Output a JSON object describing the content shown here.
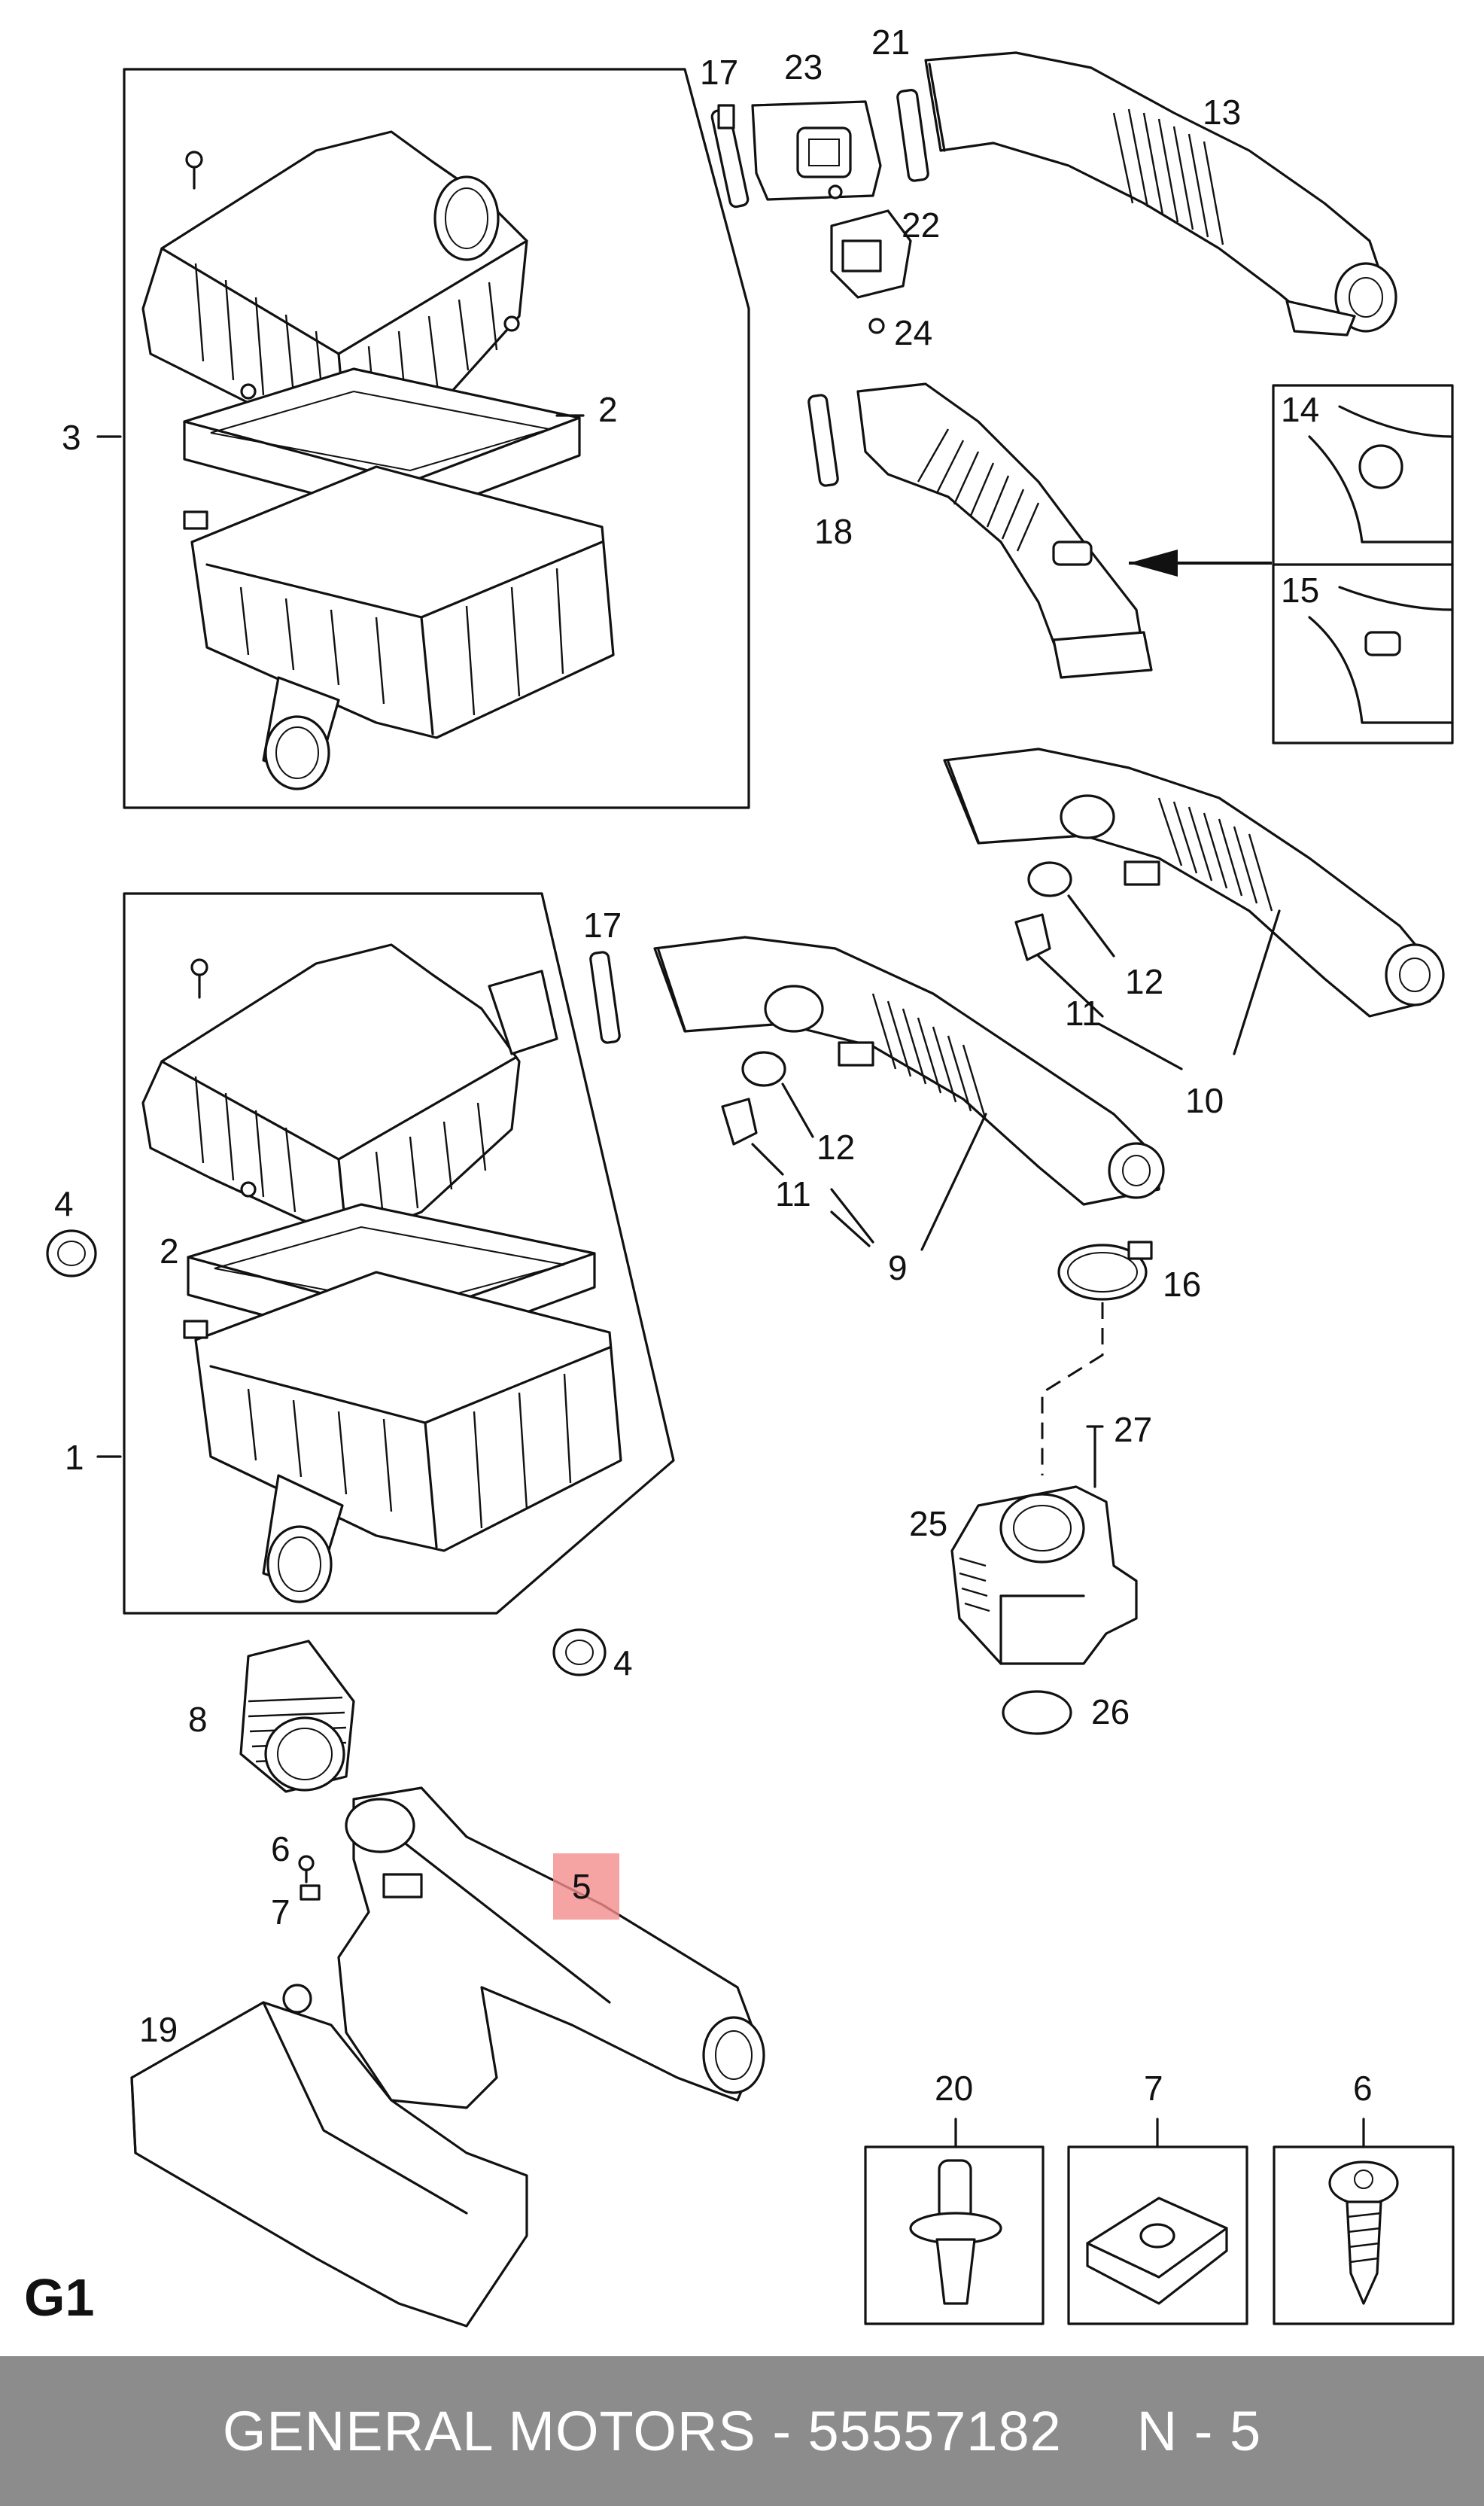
{
  "diagram": {
    "sheet_id": "G1",
    "highlight_color": "#f28c8c",
    "callouts": {
      "c1": "1",
      "c2a": "2",
      "c2b": "2",
      "c3": "3",
      "c4a": "4",
      "c4b": "4",
      "c5": "5",
      "c6a": "6",
      "c6b": "6",
      "c7a": "7",
      "c7b": "7",
      "c8": "8",
      "c9": "9",
      "c10": "10",
      "c11a": "11",
      "c11b": "11",
      "c12a": "12",
      "c12b": "12",
      "c13": "13",
      "c14": "14",
      "c15": "15",
      "c16": "16",
      "c17a": "17",
      "c17b": "17",
      "c18": "18",
      "c19": "19",
      "c20": "20",
      "c21": "21",
      "c22": "22",
      "c23": "23",
      "c24": "24",
      "c25": "25",
      "c26": "26",
      "c27": "27"
    },
    "icons": [
      "air-cleaner-housing-icon",
      "air-filter-icon",
      "intake-duct-icon",
      "throttle-body-icon",
      "clip-fastener-icon",
      "speed-nut-icon",
      "screw-icon"
    ]
  },
  "footer": {
    "brand": "GENERAL MOTORS",
    "separator": " - ",
    "part_number": "55557182",
    "page_ref": "N - 5",
    "background_color": "#8c8c8c"
  }
}
